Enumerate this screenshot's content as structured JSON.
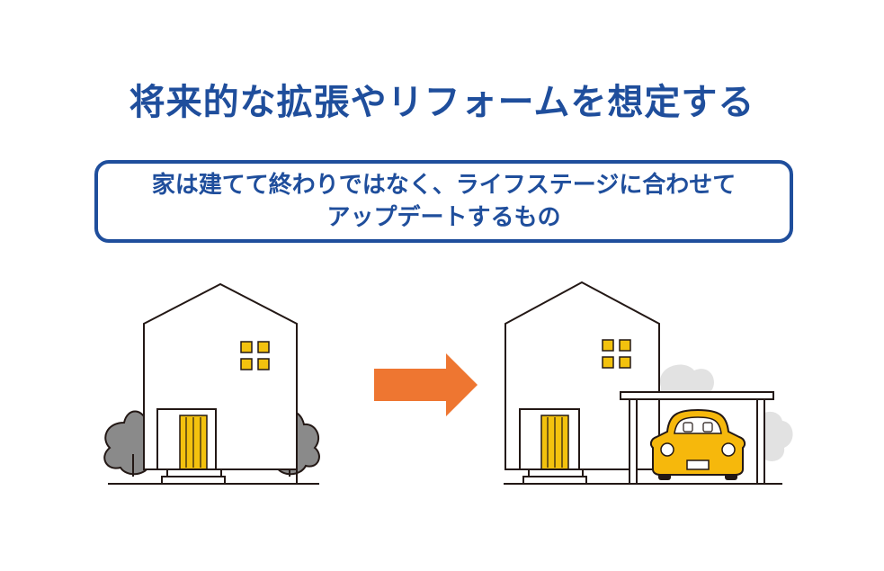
{
  "title": "将来的な拡張やリフォームを想定する",
  "subtitle": {
    "line1": "家は建てて終わりではなく、ライフステージに合わせて",
    "line2": "アップデートするもの"
  },
  "colors": {
    "primary_blue": "#1f4e9c",
    "arrow_orange": "#ee7631",
    "window_yellow": "#f3c20e",
    "car_yellow": "#f6b80c",
    "tree_gray": "#8a8a8a",
    "shadow_gray": "#e2e2e2",
    "outline": "#231815"
  },
  "icons": {
    "arrow": "right-arrow-icon",
    "before": "house-icon",
    "after": "house-with-carport-icon",
    "car": "car-icon",
    "tree": "tree-icon"
  }
}
